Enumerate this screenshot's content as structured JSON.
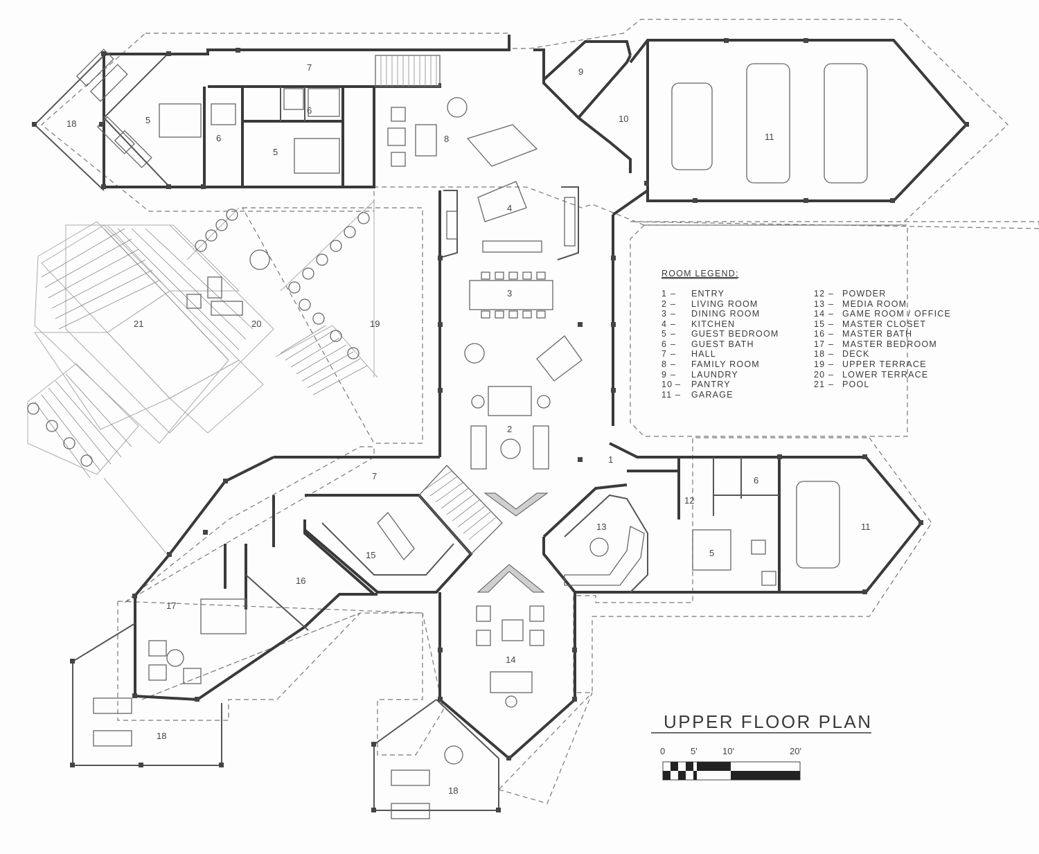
{
  "title": "UPPER FLOOR PLAN",
  "legend": {
    "heading": "ROOM LEGEND:",
    "left": [
      {
        "num": "1",
        "name": "ENTRY"
      },
      {
        "num": "2",
        "name": "LIVING ROOM"
      },
      {
        "num": "3",
        "name": "DINING ROOM"
      },
      {
        "num": "4",
        "name": "KITCHEN"
      },
      {
        "num": "5",
        "name": "GUEST BEDROOM"
      },
      {
        "num": "6",
        "name": "GUEST BATH"
      },
      {
        "num": "7",
        "name": "HALL"
      },
      {
        "num": "8",
        "name": "FAMILY ROOM"
      },
      {
        "num": "9",
        "name": "LAUNDRY"
      },
      {
        "num": "10",
        "name": "PANTRY"
      },
      {
        "num": "11",
        "name": "GARAGE"
      }
    ],
    "right": [
      {
        "num": "12",
        "name": "POWDER"
      },
      {
        "num": "13",
        "name": "MEDIA ROOM"
      },
      {
        "num": "14",
        "name": "GAME ROOM / OFFICE"
      },
      {
        "num": "15",
        "name": "MASTER CLOSET"
      },
      {
        "num": "16",
        "name": "MASTER BATH"
      },
      {
        "num": "17",
        "name": "MASTER BEDROOM"
      },
      {
        "num": "18",
        "name": "DECK"
      },
      {
        "num": "19",
        "name": "UPPER TERRACE"
      },
      {
        "num": "20",
        "name": "LOWER TERRACE"
      },
      {
        "num": "21",
        "name": "POOL"
      }
    ]
  },
  "scale": {
    "labels": [
      "0",
      "5'",
      "10'",
      "20'"
    ]
  },
  "room_labels": {
    "entry": "1",
    "living": "2",
    "dining": "3",
    "kitchen": "4",
    "guest_bed_a": "5",
    "guest_bed_b": "5",
    "guest_bed_c": "5",
    "guest_bath_a": "6",
    "guest_bath_b": "6",
    "guest_bath_c": "6",
    "hall_top": "7",
    "hall_bottom": "7",
    "family": "8",
    "laundry": "9",
    "pantry": "10",
    "garage_main": "11",
    "garage_side": "11",
    "powder": "12",
    "media": "13",
    "game": "14",
    "master_closet": "15",
    "master_bath": "16",
    "master_bed": "17",
    "deck_left": "18",
    "deck_bl": "18",
    "deck_bottom": "18",
    "upper_terrace": "19",
    "lower_terrace": "20",
    "pool": "21"
  }
}
